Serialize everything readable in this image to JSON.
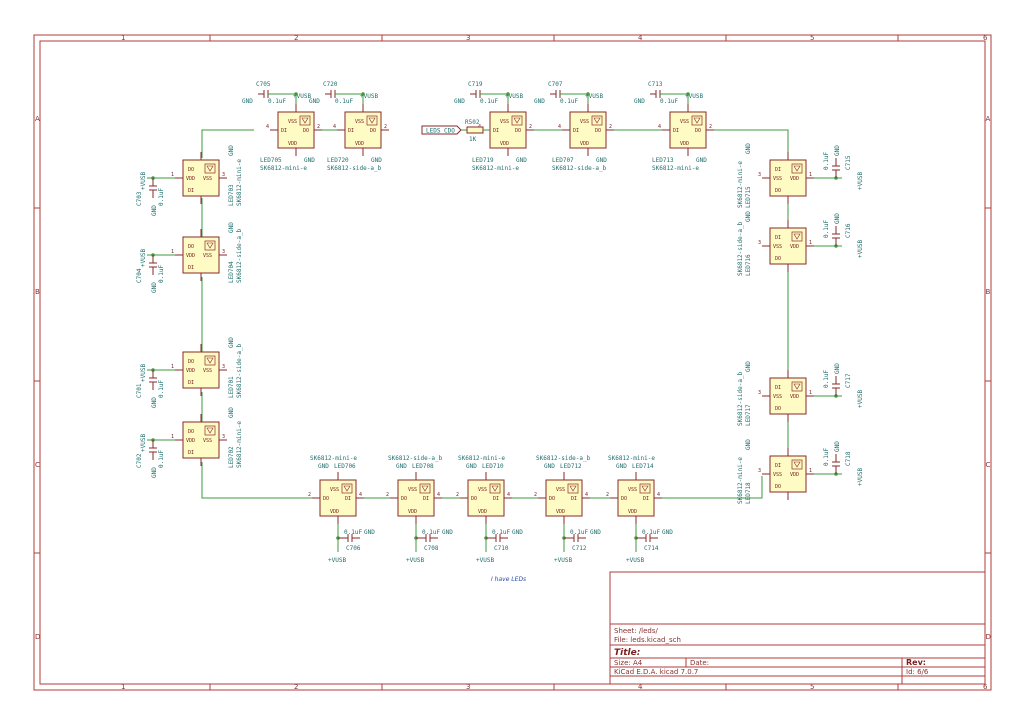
{
  "frame": {
    "columns": [
      "1",
      "2",
      "3",
      "4",
      "5",
      "6"
    ],
    "rows": [
      "A",
      "B",
      "C",
      "D"
    ]
  },
  "title_block": {
    "sheet": "Sheet: /leds/",
    "file": "File: leds.kicad_sch",
    "title": "Title:",
    "size": "Size: A4",
    "date": "Date:",
    "rev": "Rev:",
    "tool": "KiCad E.D.A.  kicad 7.0.7",
    "id": "Id: 6/6"
  },
  "note": "I have LEDs",
  "net_labels": {
    "vusb": "+VUSB",
    "gnd": "GND",
    "cap_value": "0.1uF",
    "data_in": "LEDS_CDO"
  },
  "resistor": {
    "ref": "R502",
    "value": "1K"
  },
  "pin_names": {
    "di": "DI",
    "do": "DO",
    "vdd": "VDD",
    "vss": "VSS"
  },
  "leds": [
    {
      "ref": "LED705",
      "value": "SK6812-mini-e",
      "cap": "C705"
    },
    {
      "ref": "LED720",
      "value": "SK6812-side-a_b",
      "cap": "C720"
    },
    {
      "ref": "LED719",
      "value": "SK6812-mini-e",
      "cap": "C719"
    },
    {
      "ref": "LED707",
      "value": "SK6812-side-a_b",
      "cap": "C707"
    },
    {
      "ref": "LED713",
      "value": "SK6812-mini-e",
      "cap": "C713"
    },
    {
      "ref": "LED715",
      "value": "SK6812-mini-e",
      "cap": "C715"
    },
    {
      "ref": "LED716",
      "value": "SK6812-side-a_b",
      "cap": "C716"
    },
    {
      "ref": "LED717",
      "value": "SK6812-side-a_b",
      "cap": "C717"
    },
    {
      "ref": "LED718",
      "value": "SK6812-mini-e",
      "cap": "C718"
    },
    {
      "ref": "LED714",
      "value": "SK6812-mini-e",
      "cap": "C714"
    },
    {
      "ref": "LED712",
      "value": "SK6812-side-a_b",
      "cap": "C712"
    },
    {
      "ref": "LED710",
      "value": "SK6812-mini-e",
      "cap": "C710"
    },
    {
      "ref": "LED708",
      "value": "SK6812-side-a_b",
      "cap": "C708"
    },
    {
      "ref": "LED706",
      "value": "SK6812-mini-e",
      "cap": "C706"
    },
    {
      "ref": "LED702",
      "value": "SK6812-mini-e",
      "cap": "C702"
    },
    {
      "ref": "LED701",
      "value": "SK6812-side-a_b",
      "cap": "C701"
    },
    {
      "ref": "LED704",
      "value": "SK6812-side-a_b",
      "cap": "C704"
    },
    {
      "ref": "LED703",
      "value": "SK6812-mini-e",
      "cap": "C703"
    }
  ]
}
